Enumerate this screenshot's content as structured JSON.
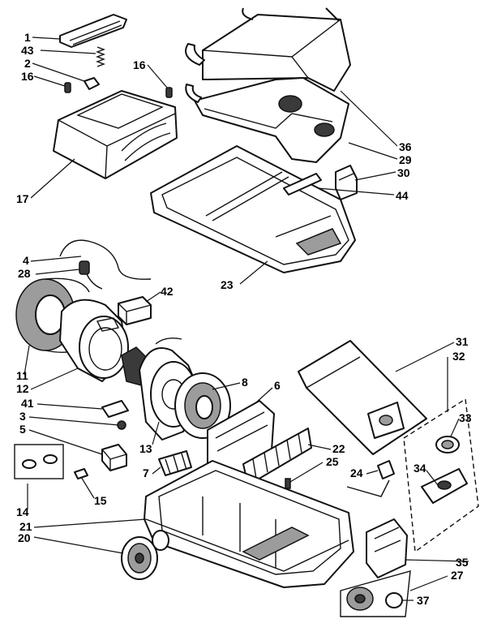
{
  "callouts": [
    {
      "id": "c1",
      "text": "1"
    },
    {
      "id": "c43",
      "text": "43"
    },
    {
      "id": "c2",
      "text": "2"
    },
    {
      "id": "c16a",
      "text": "16"
    },
    {
      "id": "c16b",
      "text": "16"
    },
    {
      "id": "c17",
      "text": "17"
    },
    {
      "id": "c36",
      "text": "36"
    },
    {
      "id": "c29",
      "text": "29"
    },
    {
      "id": "c30",
      "text": "30"
    },
    {
      "id": "c44",
      "text": "44"
    },
    {
      "id": "c23",
      "text": "23"
    },
    {
      "id": "c4",
      "text": "4"
    },
    {
      "id": "c28",
      "text": "28"
    },
    {
      "id": "c42",
      "text": "42"
    },
    {
      "id": "c11",
      "text": "11"
    },
    {
      "id": "c12",
      "text": "12"
    },
    {
      "id": "c41",
      "text": "41"
    },
    {
      "id": "c3",
      "text": "3"
    },
    {
      "id": "c5",
      "text": "5"
    },
    {
      "id": "c13",
      "text": "13"
    },
    {
      "id": "c7",
      "text": "7"
    },
    {
      "id": "c8",
      "text": "8"
    },
    {
      "id": "c6",
      "text": "6"
    },
    {
      "id": "c31",
      "text": "31"
    },
    {
      "id": "c32",
      "text": "32"
    },
    {
      "id": "c33",
      "text": "33"
    },
    {
      "id": "c34",
      "text": "34"
    },
    {
      "id": "c22",
      "text": "22"
    },
    {
      "id": "c25",
      "text": "25"
    },
    {
      "id": "c24",
      "text": "24"
    },
    {
      "id": "c14",
      "text": "14"
    },
    {
      "id": "c15",
      "text": "15"
    },
    {
      "id": "c21",
      "text": "21"
    },
    {
      "id": "c20",
      "text": "20"
    },
    {
      "id": "c35",
      "text": "35"
    },
    {
      "id": "c27",
      "text": "27"
    },
    {
      "id": "c37",
      "text": "37"
    }
  ]
}
